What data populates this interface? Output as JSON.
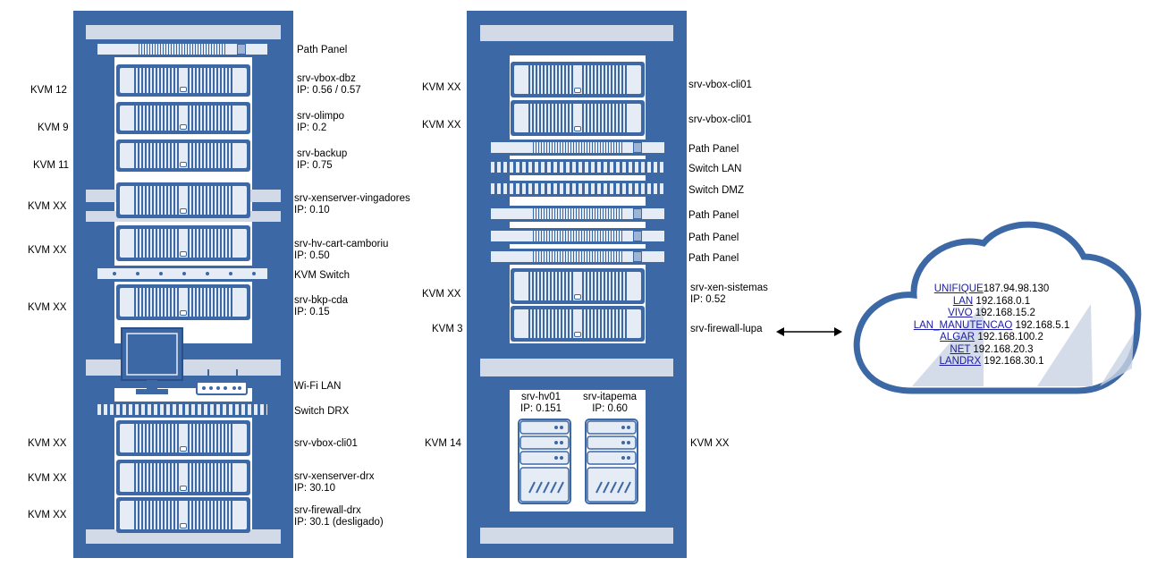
{
  "rack1": {
    "right_labels": [
      {
        "name": "Path Panel",
        "ip": ""
      },
      {
        "name": "srv-vbox-dbz",
        "ip": "IP: 0.56 / 0.57"
      },
      {
        "name": "srv-olimpo",
        "ip": "IP: 0.2"
      },
      {
        "name": "srv-backup",
        "ip": "IP: 0.75"
      },
      {
        "name": "srv-xenserver-vingadores",
        "ip": "IP: 0.10"
      },
      {
        "name": "srv-hv-cart-camboriu",
        "ip": "IP: 0.50"
      },
      {
        "name": "KVM Switch",
        "ip": ""
      },
      {
        "name": "srv-bkp-cda",
        "ip": "IP: 0.15"
      },
      {
        "name": "Wi-Fi LAN",
        "ip": ""
      },
      {
        "name": "Switch DRX",
        "ip": ""
      },
      {
        "name": "srv-vbox-cli01",
        "ip": ""
      },
      {
        "name": "srv-xenserver-drx",
        "ip": "IP: 30.10"
      },
      {
        "name": "srv-firewall-drx",
        "ip": "IP: 30.1 (desligado)"
      }
    ],
    "kvm_labels": [
      "KVM 12",
      "KVM 9",
      "KVM 11",
      "KVM XX",
      "KVM XX",
      "KVM XX",
      "KVM XX",
      "KVM XX",
      "KVM XX"
    ]
  },
  "rack2": {
    "right_labels": [
      {
        "name": "srv-vbox-cli01",
        "ip": ""
      },
      {
        "name": "srv-vbox-cli01",
        "ip": ""
      },
      {
        "name": "Path Panel",
        "ip": ""
      },
      {
        "name": "Switch LAN",
        "ip": ""
      },
      {
        "name": "Switch DMZ",
        "ip": ""
      },
      {
        "name": "Path Panel",
        "ip": ""
      },
      {
        "name": "Path Panel",
        "ip": ""
      },
      {
        "name": "Path Panel",
        "ip": ""
      },
      {
        "name": "srv-xen-sistemas",
        "ip": "IP: 0.52"
      },
      {
        "name": "srv-firewall-lupa",
        "ip": ""
      },
      {
        "name": "KVM XX",
        "ip": ""
      }
    ],
    "kvm_labels": [
      "KVM XX",
      "KVM XX",
      "KVM XX",
      "KVM 3",
      "KVM 14"
    ],
    "towers": [
      {
        "name": "srv-hv01",
        "ip": "IP: 0.151"
      },
      {
        "name": "srv-itapema",
        "ip": "IP: 0.60"
      }
    ]
  },
  "cloud": {
    "links": [
      {
        "name": "UNIFIQUE",
        "ip": "187.94.98.130"
      },
      {
        "name": "LAN",
        "ip": " 192.168.0.1"
      },
      {
        "name": "VIVO",
        "ip": " 192.168.15.2"
      },
      {
        "name": "LAN_MANUTENCAO",
        "ip": " 192.168.5.1"
      },
      {
        "name": "ALGAR",
        "ip": " 192.168.100.2"
      },
      {
        "name": "NET",
        "ip": " 192.168.20.3"
      },
      {
        "name": "LANDRX",
        "ip": " 192.168.30.1"
      }
    ]
  },
  "colors": {
    "rack": "#3d68a6",
    "shelf": "#d2dae8",
    "face": "#e6ecf5"
  }
}
